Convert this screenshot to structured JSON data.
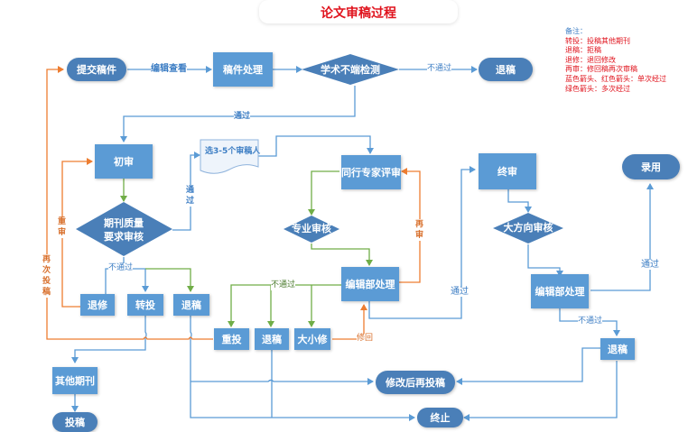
{
  "title": "论文审稿过程",
  "legend": {
    "heading": "备注：",
    "items": [
      "转投：投稿其他期刊",
      "退稿：拒稿",
      "退修：退回修改",
      "再审：修回稿再次审稿",
      "蓝色箭头、红色箭头：单次经过",
      "绿色箭头：多次经过"
    ]
  },
  "colors": {
    "node_fill": "#5b9bd5",
    "terminal_fill": "#4a7fb8",
    "blue_arrow": "#5b9bd5",
    "orange_arrow": "#ed7d31",
    "green_arrow": "#70ad47",
    "title_red": "#e0141e"
  },
  "nodes": {
    "submit": "提交稿件",
    "manuscript_processing": "稿件处理",
    "misconduct_check": "学术不端检测",
    "reject_top": "退稿",
    "initial_review": "初审",
    "journal_quality_1": "期刊质量",
    "journal_quality_2": "要求审核",
    "select_reviewers": "选3-5个审稿人",
    "peer_review": "同行专家评审",
    "professional_review": "专业审核",
    "editorial_processing_mid": "编辑部处理",
    "return_for_revision": "退修",
    "transfer": "转投",
    "reject_left": "退稿",
    "resubmit": "重投",
    "reject_mid": "退稿",
    "major_minor_revision": "大小修",
    "final_review": "终审",
    "direction_review": "大方向审核",
    "editorial_processing_right": "编辑部处理",
    "reject_right": "退稿",
    "accept": "录用",
    "other_journals": "其他期刊",
    "submit_other": "投稿",
    "revise_resubmit": "修改后再投稿",
    "terminate": "终止"
  },
  "edge_labels": {
    "editor_view": "编辑查看",
    "fail_misconduct": "不通过",
    "pass_misconduct": "通过",
    "pass_quality_1": "通",
    "pass_quality_2": "过",
    "fail_quality": "不通过",
    "re_review_left_1": "重",
    "re_review_left_2": "审",
    "resubmit_again_1": "再",
    "resubmit_again_2": "次",
    "resubmit_again_3": "投",
    "resubmit_again_4": "稿",
    "re_review_right_1": "再",
    "re_review_right_2": "审",
    "fail_editorial": "不通过",
    "revised_return": "修回",
    "pass_editorial": "通过",
    "pass_final": "通过",
    "fail_final": "不通过"
  }
}
